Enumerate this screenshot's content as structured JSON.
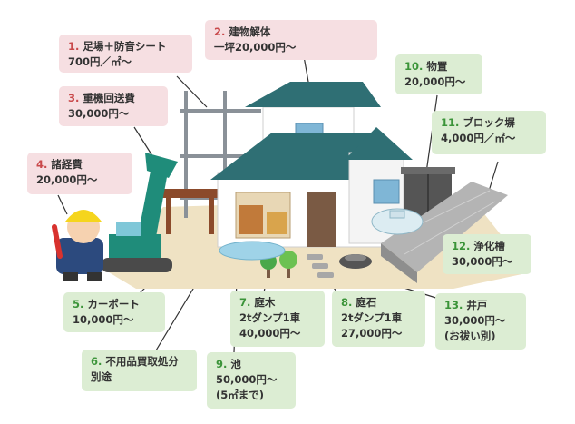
{
  "items": [
    {
      "num": "1.",
      "title": "足場＋防音シート",
      "price": "700円／㎡〜",
      "note": "",
      "tone": "pink"
    },
    {
      "num": "2.",
      "title": "建物解体",
      "price": "一坪20,000円〜",
      "note": "",
      "tone": "pink"
    },
    {
      "num": "3.",
      "title": "重機回送費",
      "price": "30,000円〜",
      "note": "",
      "tone": "pink"
    },
    {
      "num": "4.",
      "title": "諸経費",
      "price": "20,000円〜",
      "note": "",
      "tone": "pink"
    },
    {
      "num": "5.",
      "title": "カーポート",
      "price": "10,000円〜",
      "note": "",
      "tone": "green"
    },
    {
      "num": "6.",
      "title": "不用品買取処分",
      "price": "別途",
      "note": "",
      "tone": "green"
    },
    {
      "num": "7.",
      "title": "庭木",
      "price": "2tダンプ1車",
      "note": "40,000円〜",
      "tone": "green"
    },
    {
      "num": "8.",
      "title": "庭石",
      "price": "2tダンプ1車",
      "note": "27,000円〜",
      "tone": "green"
    },
    {
      "num": "9.",
      "title": "池",
      "price": "50,000円〜",
      "note": "(5㎡まで)",
      "tone": "green"
    },
    {
      "num": "10.",
      "title": "物置",
      "price": "20,000円〜",
      "note": "",
      "tone": "green"
    },
    {
      "num": "11.",
      "title": "ブロック塀",
      "price": "4,000円／㎡〜",
      "note": "",
      "tone": "green"
    },
    {
      "num": "12.",
      "title": "浄化槽",
      "price": "30,000円〜",
      "note": "",
      "tone": "green"
    },
    {
      "num": "13.",
      "title": "井戸",
      "price": "30,000円〜",
      "note": "(お祓い別)",
      "tone": "green"
    }
  ],
  "colors": {
    "pink_label": "#f6dfe2",
    "green_label": "#dcedd3",
    "pink_number": "#c9494b",
    "green_number": "#3b9439",
    "roof": "#2f6f74",
    "wall": "#ffffff",
    "ground": "#efe2c3",
    "excavator": "#1f8c7a"
  },
  "icons": [
    "scaffold-icon",
    "house-icon",
    "excavator-icon",
    "worker-icon",
    "carport-icon",
    "tree-icon",
    "stone-icon",
    "pond-icon",
    "shed-icon",
    "block-wall-icon",
    "septic-tank-icon",
    "well-icon"
  ]
}
